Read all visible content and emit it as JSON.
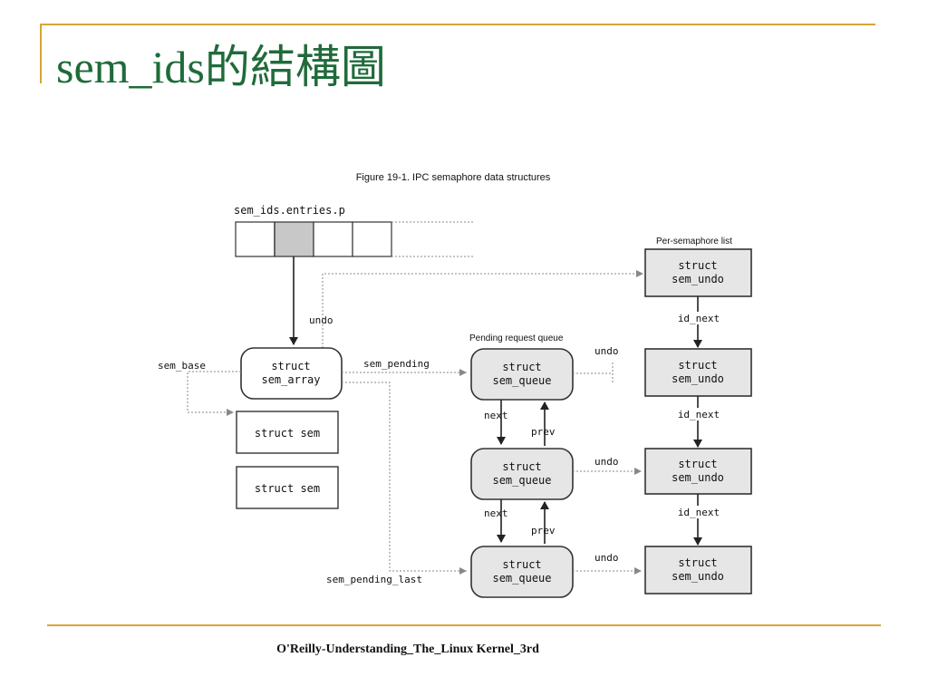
{
  "slide": {
    "title": "sem_ids的結構圖",
    "credit": "O'Reilly-Understanding_The_Linux Kernel_3rd"
  },
  "figure": {
    "caption": "Figure 19-1. IPC semaphore data structures",
    "entries_label": "sem_ids.entries.p",
    "per_semaphore_list_label": "Per-semaphore list",
    "pending_queue_label": "Pending request queue",
    "sem_array": [
      "struct",
      "sem_array"
    ],
    "sem_boxes": [
      "struct sem",
      "struct sem"
    ],
    "sem_queues": [
      [
        "struct",
        "sem_queue"
      ],
      [
        "struct",
        "sem_queue"
      ],
      [
        "struct",
        "sem_queue"
      ]
    ],
    "sem_undos": [
      [
        "struct",
        "sem_undo"
      ],
      [
        "struct",
        "sem_undo"
      ],
      [
        "struct",
        "sem_undo"
      ],
      [
        "struct",
        "sem_undo"
      ]
    ],
    "labels": {
      "undo": "undo",
      "sem_base": "sem_base",
      "sem_pending": "sem_pending",
      "sem_pending_last": "sem_pending_last",
      "next": "next",
      "prev": "prev",
      "id_next": "id_next"
    }
  },
  "colors": {
    "accent": "#d7a537",
    "title": "#1f6b3a",
    "box_fill": "#e6e6e6",
    "selected_cell": "#c8c8c8"
  }
}
